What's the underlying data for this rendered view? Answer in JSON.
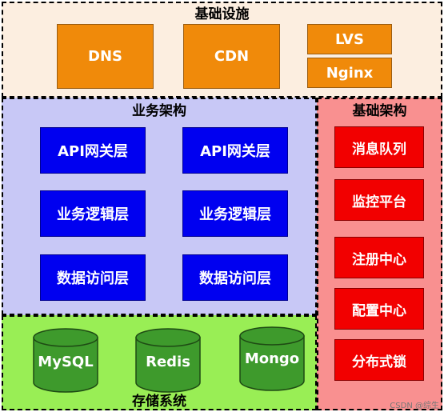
{
  "infrastructure": {
    "title": "基础设施",
    "items": [
      "DNS",
      "CDN",
      "LVS",
      "Nginx"
    ]
  },
  "business": {
    "title": "业务架构",
    "items": [
      "API网关层",
      "API网关层",
      "业务逻辑层",
      "业务逻辑层",
      "数据访问层",
      "数据访问层"
    ]
  },
  "base": {
    "title": "基础架构",
    "items": [
      "消息队列",
      "监控平台",
      "注册中心",
      "配置中心",
      "分布式锁"
    ]
  },
  "storage": {
    "title": "存储系统",
    "items": [
      "MySQL",
      "Redis",
      "Mongo"
    ]
  },
  "watermark": "CSDN @综生",
  "colors": {
    "infra_bg": "#fceee0",
    "business_bg": "#c8c8f6",
    "base_bg": "#f99090",
    "storage_bg": "#99ee55",
    "orange": "#f08a0a",
    "blue": "#0000f0",
    "red": "#f20000",
    "cylinder": "#3e9a2c"
  }
}
